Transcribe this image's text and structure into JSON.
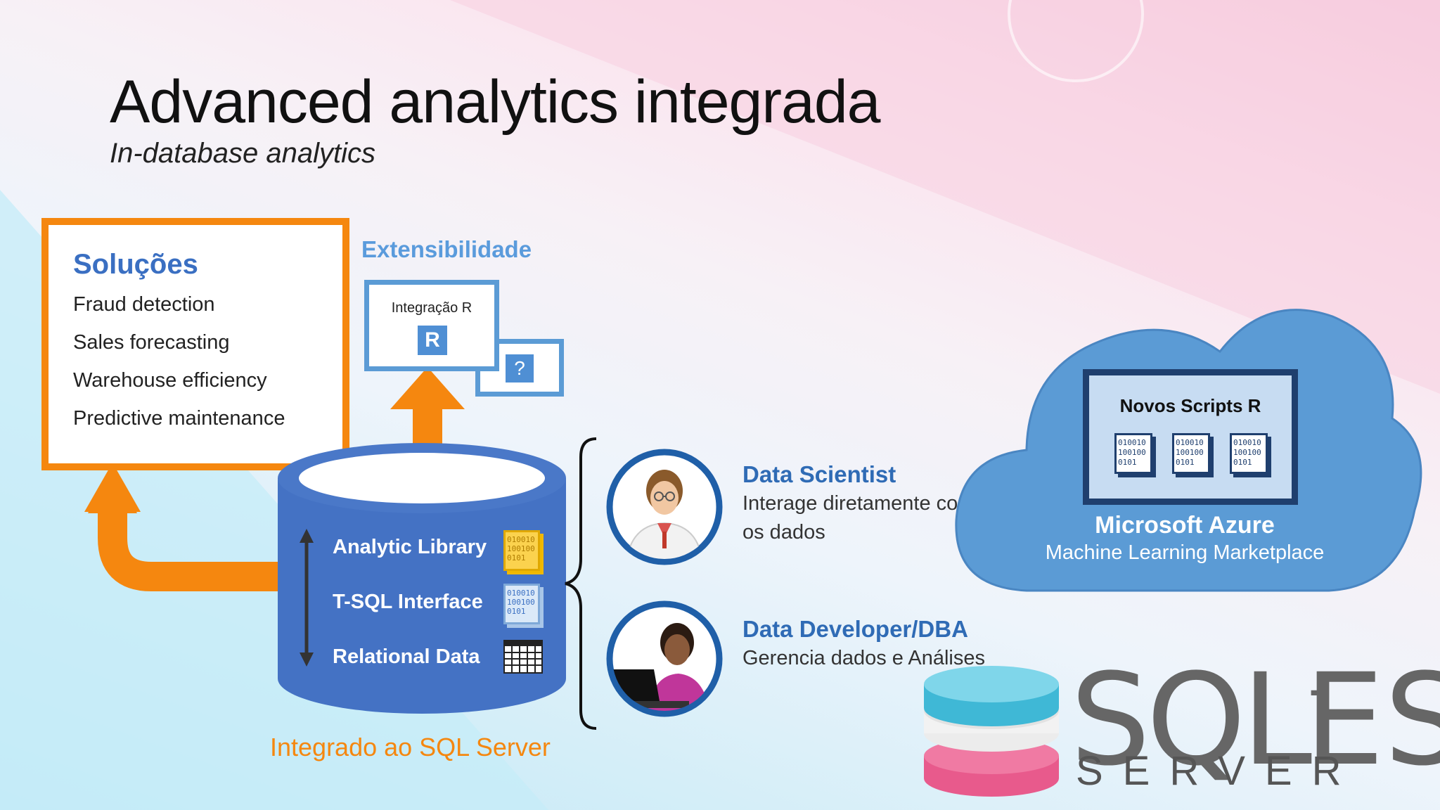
{
  "slide": {
    "title": "Advanced analytics integrada",
    "subtitle": "In-database analytics"
  },
  "solutions": {
    "heading": "Soluções",
    "items": [
      "Fraud detection",
      "Sales forecasting",
      "Warehouse efficiency",
      "Predictive maintenance"
    ]
  },
  "extensibility": {
    "title": "Extensibilidade",
    "r_integration_label": "Integração R",
    "r_badge": "R",
    "unknown_badge": "?"
  },
  "sql_server": {
    "layers": [
      "Analytic Library",
      "T-SQL Interface",
      "Relational Data"
    ],
    "caption": "Integrado ao SQL Server",
    "binary_text": [
      "010010",
      "100100",
      "0101"
    ]
  },
  "personas": [
    {
      "name": "Data Scientist",
      "desc_lines": [
        "Interage diretamente com",
        "os dados"
      ]
    },
    {
      "name": "Data Developer/DBA",
      "desc_lines": [
        "Gerencia dados e Análises"
      ]
    }
  ],
  "azure": {
    "scripts_label": "Novos Scripts R",
    "title": "Microsoft Azure",
    "subtitle": "Machine Learning Marketplace",
    "binary_text": [
      "010010",
      "100100",
      "0101"
    ]
  },
  "logo": {
    "sql": "SQL",
    "dash": "-",
    "es": "ES",
    "server": "SERVER"
  },
  "colors": {
    "accent_orange": "#f5870f",
    "blue_db": "#4472c4",
    "blue_title": "#2f6bb5",
    "cloud_blue": "#5b9bd5"
  }
}
